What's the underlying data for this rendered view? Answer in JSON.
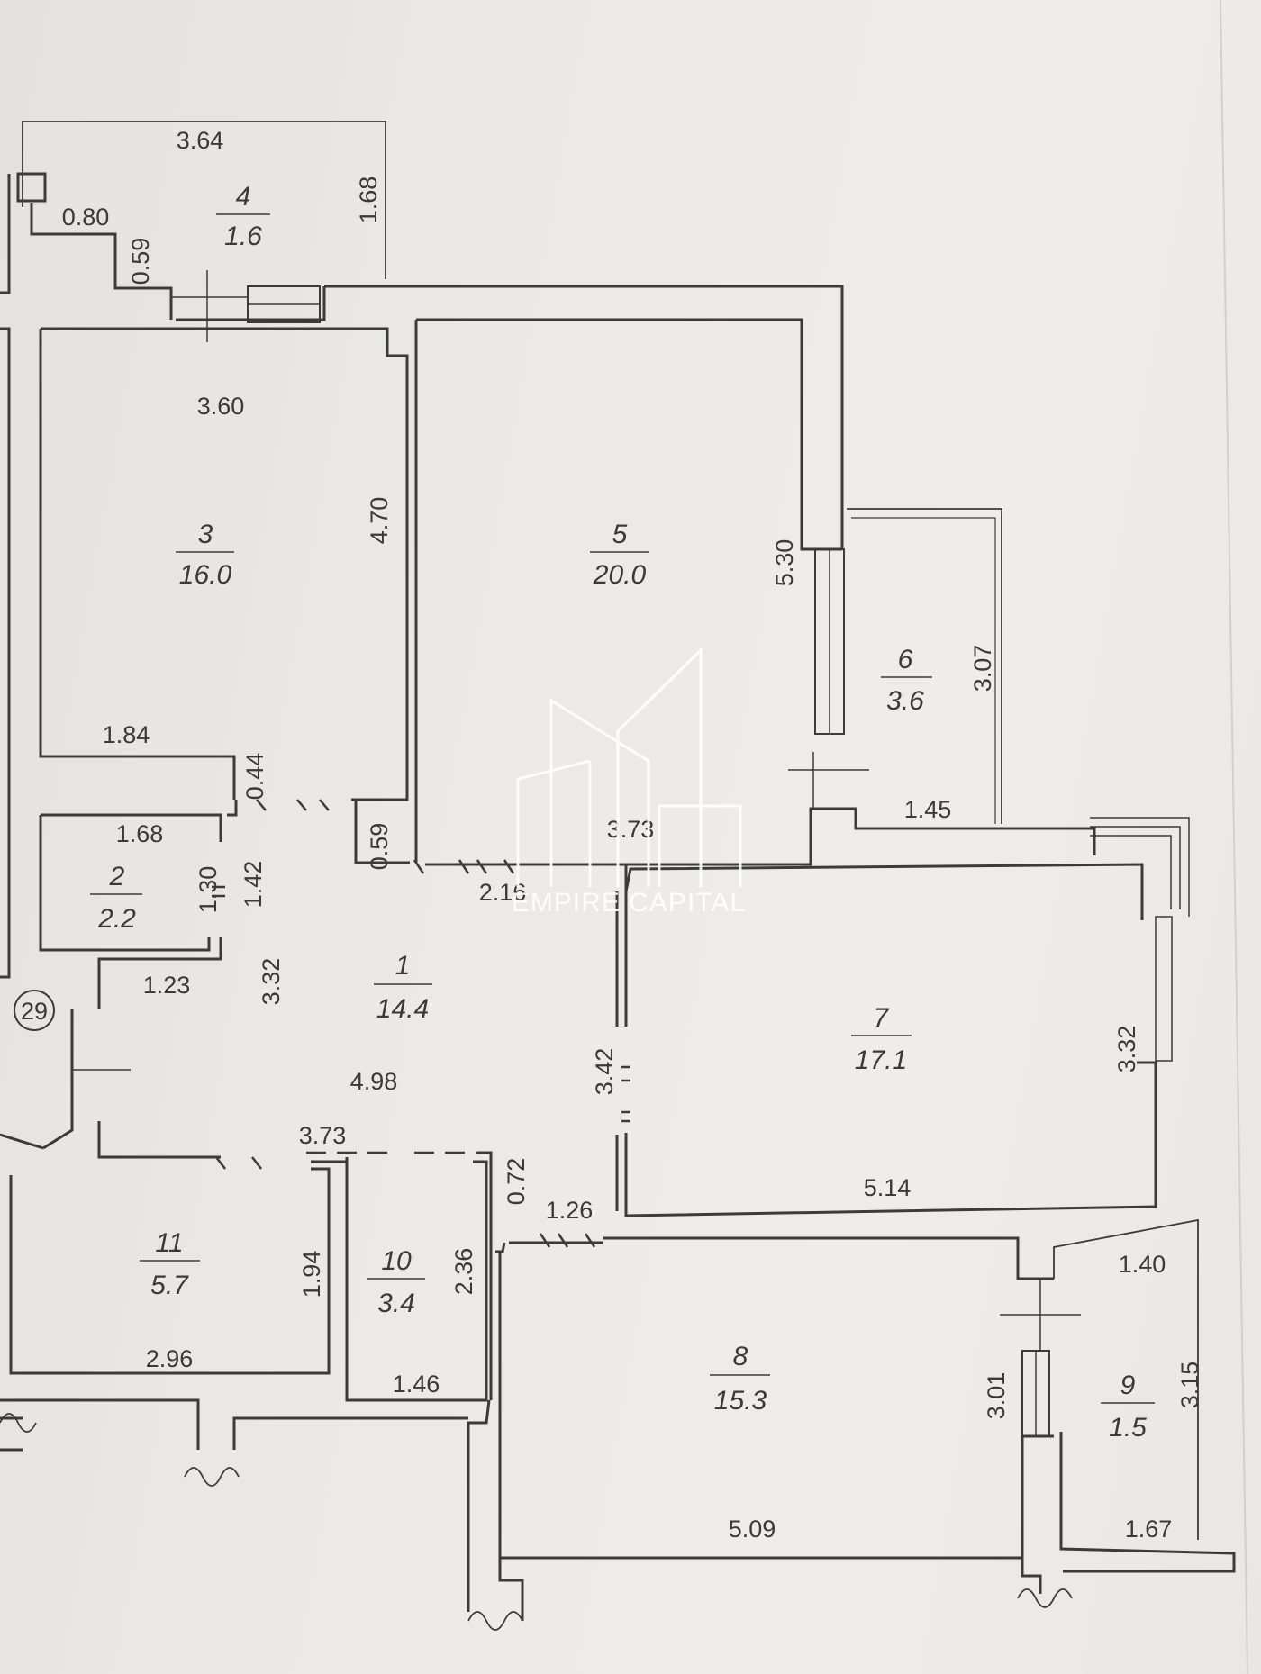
{
  "rooms": [
    {
      "id": "1",
      "no": "1",
      "area": "14.4"
    },
    {
      "id": "2",
      "no": "2",
      "area": "2.2"
    },
    {
      "id": "3",
      "no": "3",
      "area": "16.0"
    },
    {
      "id": "4",
      "no": "4",
      "area": "1.6"
    },
    {
      "id": "5",
      "no": "5",
      "area": "20.0"
    },
    {
      "id": "6",
      "no": "6",
      "area": "3.6"
    },
    {
      "id": "7",
      "no": "7",
      "area": "17.1"
    },
    {
      "id": "8",
      "no": "8",
      "area": "15.3"
    },
    {
      "id": "9",
      "no": "9",
      "area": "1.5"
    },
    {
      "id": "10",
      "no": "10",
      "area": "3.4"
    },
    {
      "id": "11",
      "no": "11",
      "area": "5.7"
    }
  ],
  "dimensions": {
    "d_4_top": "3.64",
    "d_4_left": "0.80",
    "d_4_step": "0.59",
    "d_4_right": "1.68",
    "d_3_top": "3.60",
    "d_3_right": "4.70",
    "d_3_bottom": "1.84",
    "d_3_step": "0.44",
    "d_2_top": "1.68",
    "d_2_door": "1.30",
    "d_2_right": "1.42",
    "d_hall_step": "0.59",
    "d_5_bottom": "3.73",
    "d_5_right": "5.30",
    "d_5_door": "2.16",
    "d_6_right": "3.07",
    "d_6_bottom": "1.45",
    "d_hall_left": "1.23",
    "d_hall_height": "3.32",
    "d_hall_width": "4.98",
    "d_hall_bottom": "3.73",
    "d_7_left": "3.42",
    "d_7_right": "3.32",
    "d_7_bottom": "5.14",
    "d_10_step": "0.72",
    "d_8_door": "1.26",
    "d_11_right": "1.94",
    "d_11_bottom": "2.96",
    "d_10_right": "2.36",
    "d_10_bottom": "1.46",
    "d_9_top": "1.40",
    "d_8_right": "3.01",
    "d_9_right": "3.15",
    "d_8_bottom": "5.09",
    "d_9_bottom": "1.67"
  },
  "axis_marker": "29",
  "watermark": {
    "text": "EMPIRE CAPITAL",
    "color": "#ffffff"
  },
  "colors": {
    "wall": "#3b3b3b",
    "text": "#3a3a3a",
    "paper": "#ebe9e5"
  }
}
